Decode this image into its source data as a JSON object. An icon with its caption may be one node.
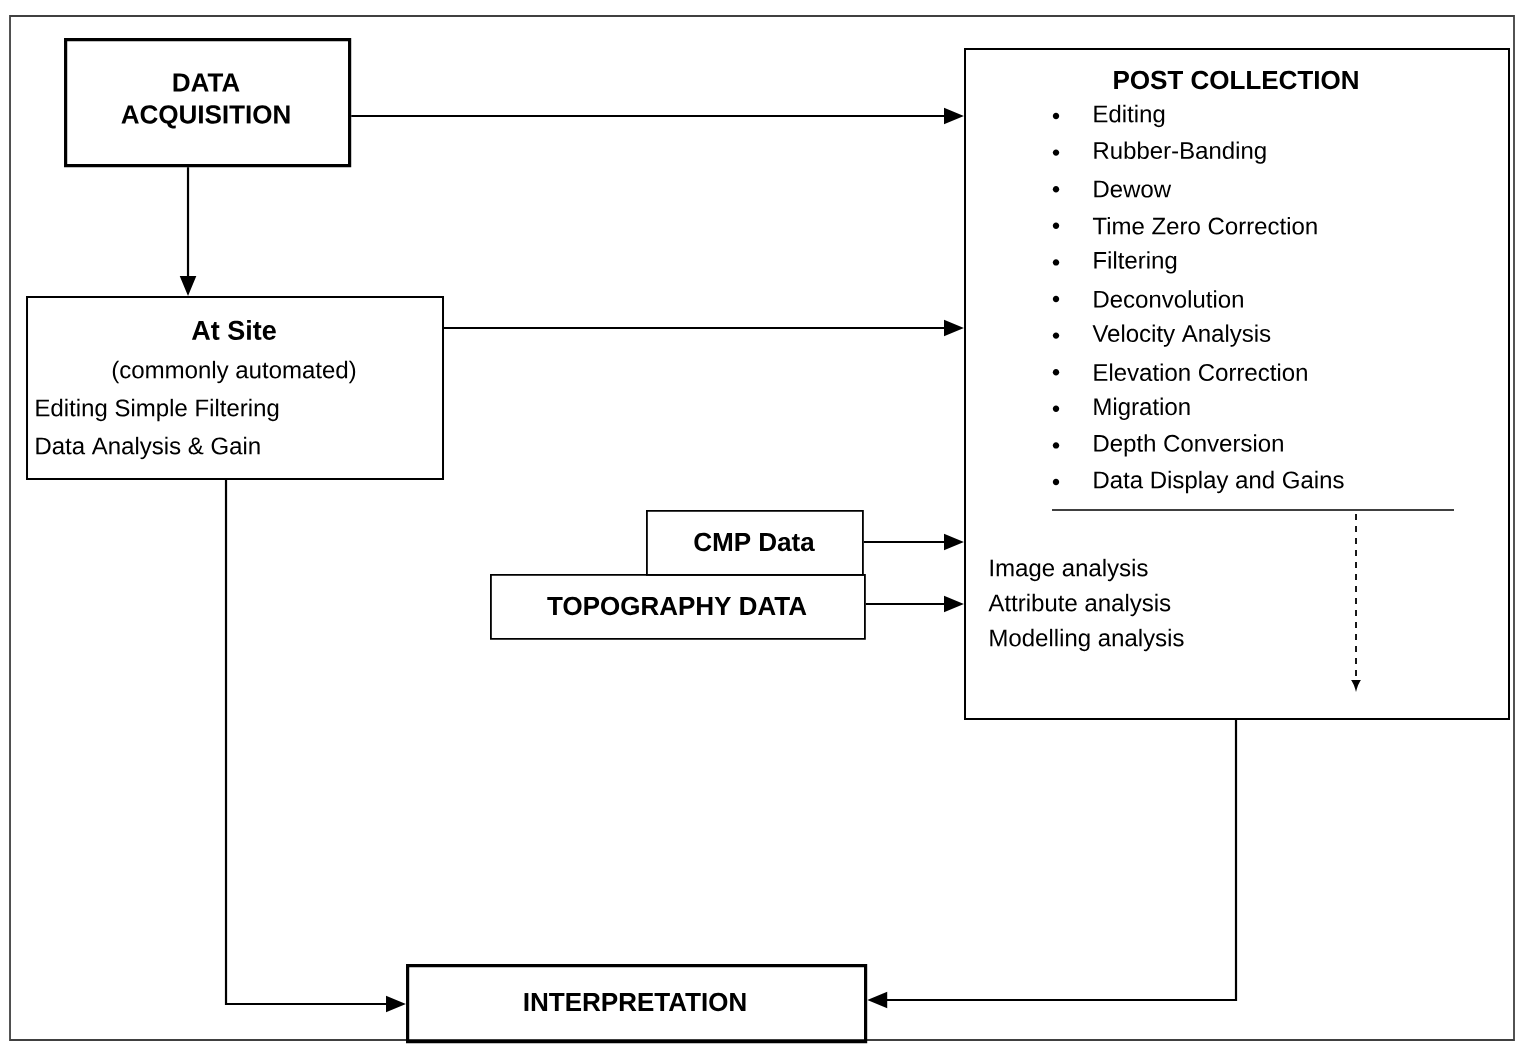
{
  "diagram": {
    "nodes": [
      {
        "text": [
          "DATA ACQUISITION"
        ]
      },
      {
        "text": [
          "At Site",
          "(commonly automated)",
          "Editing Simple Filtering",
          "Data Analysis & Gain"
        ]
      },
      {
        "text": [
          "POST COLLECTION",
          "Editing",
          "Rubber-Banding",
          "Dewow",
          "Time Zero Correction",
          "Filtering",
          "Deconvolution",
          "Velocity Analysis",
          "Elevation Correction",
          "Migration",
          "Depth Conversion",
          "Data Display and Gains",
          "Image analysis",
          "Attribute analysis",
          "Modelling analysis"
        ]
      },
      {
        "text": [
          "CMP Data"
        ]
      },
      {
        "text": [
          "TOPOGRAPHY DATA"
        ]
      },
      {
        "text": [
          "INTERPRETATION"
        ]
      }
    ],
    "edges": [
      {
        "from": 0,
        "to": 2,
        "arrow": "to"
      },
      {
        "from": 0,
        "to": 1,
        "arrow": "to"
      },
      {
        "from": 1,
        "to": 2,
        "arrow": "to"
      },
      {
        "from": 3,
        "to": 2,
        "arrow": "to"
      },
      {
        "from": 4,
        "to": 2,
        "arrow": "to"
      },
      {
        "from": 1,
        "to": 5,
        "arrow": "to"
      },
      {
        "from": 2,
        "to": 5,
        "arrow": "to"
      }
    ]
  }
}
